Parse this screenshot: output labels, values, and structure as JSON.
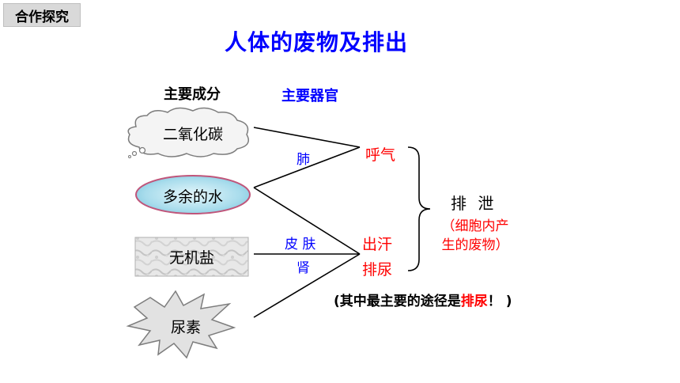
{
  "tag": "合作探究",
  "title": "人体的废物及排出",
  "headers": {
    "components": "主要成分",
    "organs": "主要器官"
  },
  "components": {
    "co2": "二氧化碳",
    "water": "多余的水",
    "salt": "无机盐",
    "urea": "尿素"
  },
  "organs": {
    "lung": "肺",
    "skin": "皮 肤",
    "kidney": "肾"
  },
  "routes": {
    "breathe": "呼气",
    "sweat": "出汗",
    "urinate": "排尿"
  },
  "excretion": {
    "label": "排 泄",
    "note_line1": "（细胞内产",
    "note_line2": "生的废物）"
  },
  "note": {
    "prefix": "(其中最主要的途径是",
    "highlight": "排尿",
    "suffix": "！ )"
  },
  "colors": {
    "blue": "#0000ff",
    "red": "#ff0000",
    "tag_bg": "#d9d9d9"
  }
}
